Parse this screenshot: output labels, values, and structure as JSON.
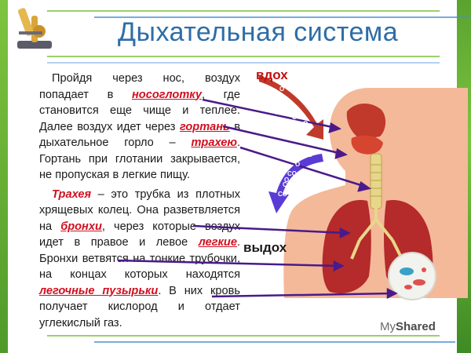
{
  "title": "Дыхательная система",
  "labels": {
    "inhale": "вдох",
    "exhale": "выдох"
  },
  "gas_labels": [
    "O",
    "O",
    "O",
    "CO",
    "O",
    "O",
    "O",
    "O",
    "CO",
    "CO",
    "O",
    "CO"
  ],
  "paragraph1": {
    "p1": "Пройдя через нос, воздух попадает в ",
    "term1": "носоглотку",
    "p2": ", где становится еще чище и теплее. Далее воздух идет через ",
    "term2": "гортань",
    "p3": " в дыхательное горло – ",
    "term3": "трахею",
    "p4": ". Гортань при глотании закрывается, не пропуская в легкие пищу."
  },
  "paragraph2": {
    "term1": "Трахея",
    "p1": " – это трубка из плотных хрящевых колец. Она разветвляется на ",
    "term2": "бронхи",
    "p2": ", через которые воздух идет в правое и левое ",
    "term3": "легкие",
    "p3": ". Бронхи ветвятся на тонкие трубочки, на концах которых находятся ",
    "term4": "легочные пузырьки",
    "p4": ". В них кровь получает кислород и отдает углекислый газ."
  },
  "watermark": {
    "prefix": "My",
    "brand": "Shared"
  },
  "colors": {
    "title": "#2e6da6",
    "highlight": "#d01020",
    "frame": "#5aa32f",
    "arrows": "#4a1a8a",
    "inhale_arrow": "#c0392b",
    "exhale_arrow": "#5b3bd6"
  }
}
